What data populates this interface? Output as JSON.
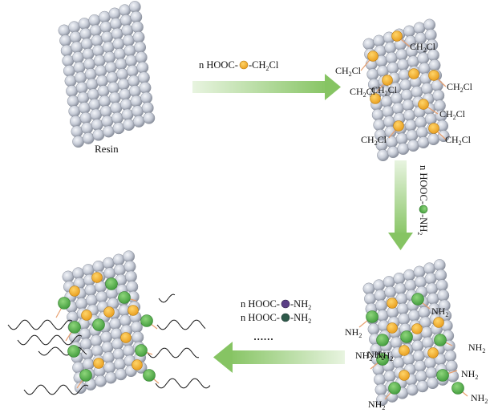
{
  "labels": {
    "resin": "Resin",
    "ch2cl": {
      "main": "CH",
      "sub": "2",
      "end": "Cl"
    },
    "nh2": {
      "main": "NH",
      "sub": "2"
    },
    "step1": {
      "prefix": "n HOOC-",
      "suffix": "-CH",
      "sub": "2",
      "end": "Cl"
    },
    "step2": {
      "prefix": "n HOOC-",
      "suffix": "-NH",
      "sub": "2"
    },
    "step3_line1": {
      "prefix": "n HOOC-",
      "suffix": "-NH",
      "sub": "2"
    },
    "step3_line2": {
      "prefix": "n HOOC-",
      "suffix": "-NH",
      "sub": "2"
    },
    "ellipsis": "……"
  },
  "colors": {
    "bead_fill": "#c9ced8",
    "bead_stroke": "#8a909c",
    "chloromethyl_unit": "#f5b731",
    "amine_unit": "#6bbf59",
    "monomer_purple": "#5b3f86",
    "monomer_darkgreen": "#2e5a4a",
    "arrow_green": "#8cc76a",
    "linker": "#e8a070",
    "polymer_chain": "#111111"
  }
}
